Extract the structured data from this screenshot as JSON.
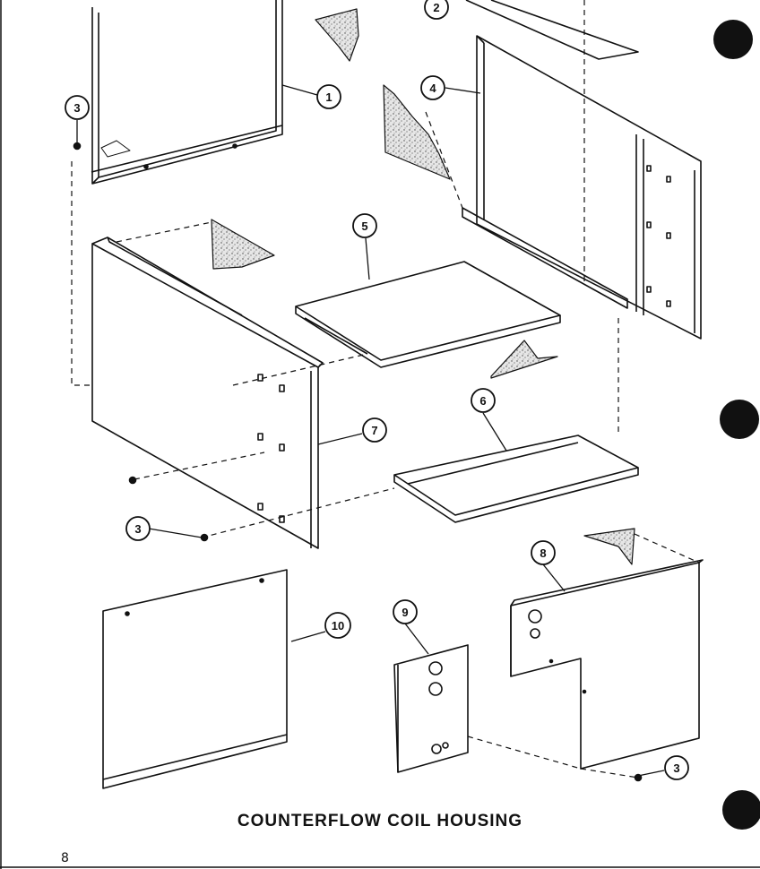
{
  "title": "COUNTERFLOW COIL HOUSING",
  "page_number": "8",
  "callouts": [
    {
      "id": "c1",
      "label": "1"
    },
    {
      "id": "c2",
      "label": "2"
    },
    {
      "id": "c3a",
      "label": "3"
    },
    {
      "id": "c4",
      "label": "4"
    },
    {
      "id": "c5",
      "label": "5"
    },
    {
      "id": "c6",
      "label": "6"
    },
    {
      "id": "c7",
      "label": "7"
    },
    {
      "id": "c3b",
      "label": "3"
    },
    {
      "id": "c8",
      "label": "8"
    },
    {
      "id": "c9",
      "label": "9"
    },
    {
      "id": "c10",
      "label": "10"
    },
    {
      "id": "c3c",
      "label": "3"
    }
  ],
  "colors": {
    "ink": "#111111",
    "paper": "#ffffff",
    "insulation": "#cfcfcf"
  }
}
